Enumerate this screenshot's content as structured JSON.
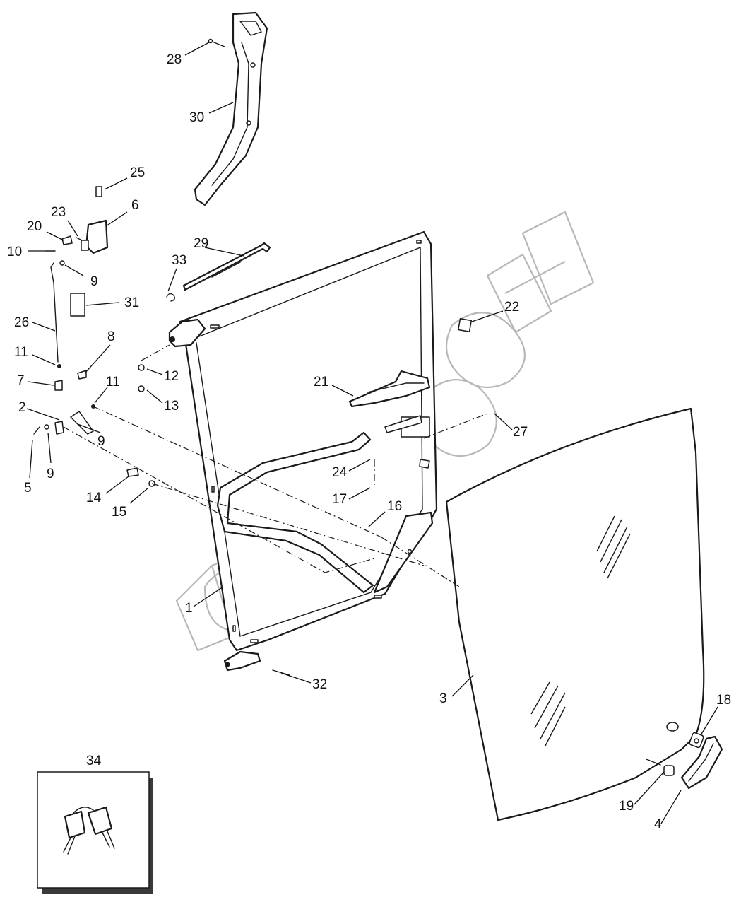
{
  "diagram": {
    "colors": {
      "line": "#1a1a1a",
      "watermark": "#b8b8b8",
      "background": "#ffffff"
    },
    "callouts": [
      {
        "id": "c28",
        "label": "28"
      },
      {
        "id": "c30",
        "label": "30"
      },
      {
        "id": "c25",
        "label": "25"
      },
      {
        "id": "c6",
        "label": "6"
      },
      {
        "id": "c23",
        "label": "23"
      },
      {
        "id": "c20",
        "label": "20"
      },
      {
        "id": "c10",
        "label": "10"
      },
      {
        "id": "c9a",
        "label": "9"
      },
      {
        "id": "c31",
        "label": "31"
      },
      {
        "id": "c29",
        "label": "29"
      },
      {
        "id": "c33",
        "label": "33"
      },
      {
        "id": "c26",
        "label": "26"
      },
      {
        "id": "c11a",
        "label": "11"
      },
      {
        "id": "c8",
        "label": "8"
      },
      {
        "id": "c7",
        "label": "7"
      },
      {
        "id": "c12",
        "label": "12"
      },
      {
        "id": "c13",
        "label": "13"
      },
      {
        "id": "c11b",
        "label": "11"
      },
      {
        "id": "c2",
        "label": "2"
      },
      {
        "id": "c9b",
        "label": "9"
      },
      {
        "id": "c5",
        "label": "5"
      },
      {
        "id": "c9c",
        "label": "9"
      },
      {
        "id": "c14",
        "label": "14"
      },
      {
        "id": "c15",
        "label": "15"
      },
      {
        "id": "c22",
        "label": "22"
      },
      {
        "id": "c21",
        "label": "21"
      },
      {
        "id": "c27",
        "label": "27"
      },
      {
        "id": "c24",
        "label": "24"
      },
      {
        "id": "c17",
        "label": "17"
      },
      {
        "id": "c16",
        "label": "16"
      },
      {
        "id": "c1",
        "label": "1"
      },
      {
        "id": "c32",
        "label": "32"
      },
      {
        "id": "c3",
        "label": "3"
      },
      {
        "id": "c18",
        "label": "18"
      },
      {
        "id": "c19",
        "label": "19"
      },
      {
        "id": "c4",
        "label": "4"
      },
      {
        "id": "c34",
        "label": "34"
      }
    ]
  }
}
